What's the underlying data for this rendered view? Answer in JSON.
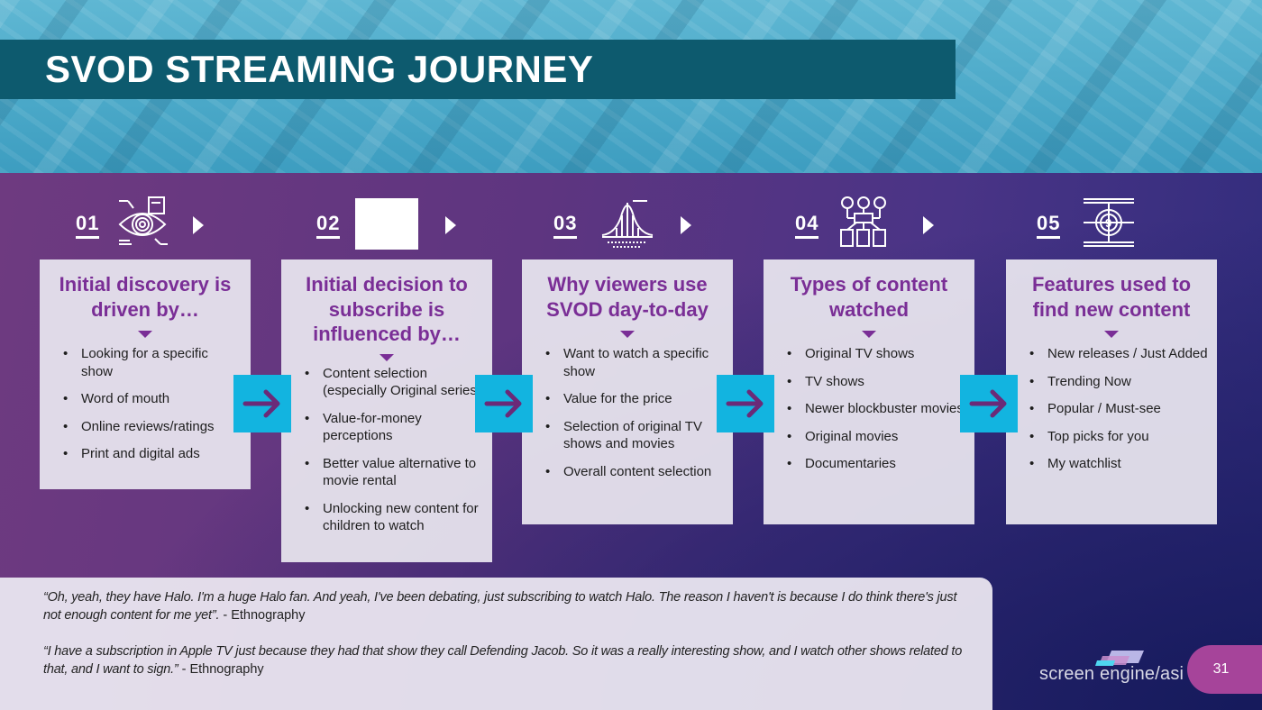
{
  "header": {
    "title": "SVOD STREAMING JOURNEY"
  },
  "colors": {
    "accent_purple": "#7a2e96",
    "arrow_blue": "#12b4e0",
    "title_bar": "#0d5a6e",
    "page_pill": "#a6449a"
  },
  "steps": [
    {
      "number": "01",
      "icon": "eye-scan-icon",
      "title": "Initial discovery is driven by…",
      "items": [
        "Looking for a specific show",
        "Word of mouth",
        "Online reviews/ratings",
        "Print and digital ads"
      ]
    },
    {
      "number": "02",
      "icon": "image-placeholder",
      "title": "Initial decision to subscribe is influenced by…",
      "items": [
        "Content selection (especially Original series)",
        "Value-for-money perceptions",
        "Better value alternative to movie rental",
        "Unlocking new content for children to watch"
      ]
    },
    {
      "number": "03",
      "icon": "bell-curve-icon",
      "title": "Why viewers use SVOD day-to-day",
      "items": [
        "Want to watch a specific show",
        "Value for the price",
        "Selection of original TV shows and movies",
        "Overall content selection"
      ]
    },
    {
      "number": "04",
      "icon": "content-hierarchy-icon",
      "title": "Types of content watched",
      "items": [
        "Original TV shows",
        "TV shows",
        "Newer blockbuster movies",
        "Original movies",
        "Documentaries"
      ]
    },
    {
      "number": "05",
      "icon": "film-countdown-icon",
      "title": "Features used to find new content",
      "items": [
        "New releases / Just Added",
        "Trending Now",
        "Popular / Must-see",
        "Top picks for you",
        "My watchlist"
      ]
    }
  ],
  "quotes": [
    {
      "text": "“Oh, yeah, they have Halo. I'm a huge Halo fan. And yeah, I've been debating, just subscribing to watch Halo. The reason I haven't is because I do think there's just not enough content for me yet”.",
      "source": " - Ethnography"
    },
    {
      "text": "“I have a subscription in Apple TV just because they had that show they call Defending Jacob. So it was a really interesting show, and I watch other shows related to that, and I want to sign.”",
      "source": " - Ethnography"
    }
  ],
  "footer": {
    "brand": "screen engine/asi",
    "page_number": "31"
  }
}
